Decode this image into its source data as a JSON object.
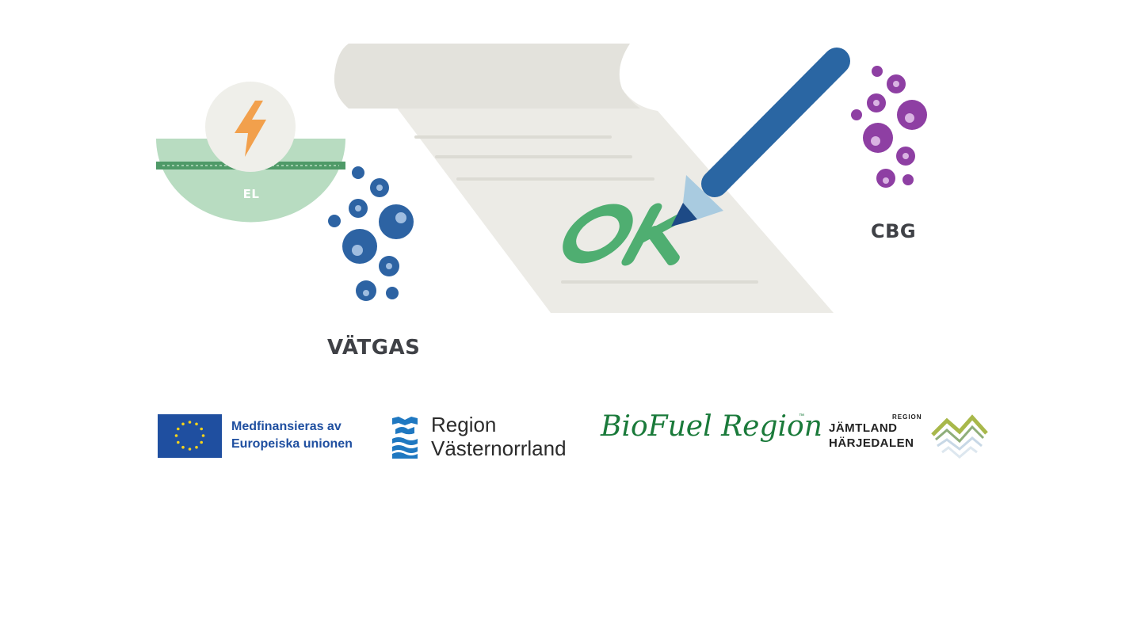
{
  "labels": {
    "el": "EL",
    "vatgas": "VÄTGAS",
    "cbg": "CBG",
    "ok_stamp": "OK"
  },
  "logos": {
    "eu": {
      "line1": "Medfinansieras av",
      "line2": "Europeiska unionen"
    },
    "region_vasternorrland": {
      "line1": "Region",
      "line2": "Västernorrland"
    },
    "biofuel_region": {
      "text": "BioFuel Region",
      "trademark": "™"
    },
    "region_jamtland_harjedalen": {
      "region": "REGION",
      "line1": "JÄMTLAND",
      "line2": "HÄRJEDALEN"
    }
  },
  "colors": {
    "document": "#ecebe6",
    "pen_body": "#2a66a3",
    "pen_tip": "#a9cbe0",
    "ok_green": "#4fae71",
    "el_semicircle": "#b8dcc1",
    "el_stripe": "#4f9a68",
    "bolt": "#f2a04c",
    "blue_bubbles": "#2d63a3",
    "purple_bubbles": "#8e3fa3",
    "eu_blue": "#1f4fa0",
    "biofuel_green": "#1a7a3a"
  },
  "icons": [
    "lightning-bolt-icon",
    "pen-icon",
    "eu-flag-icon",
    "region-vasternorrland-icon",
    "jamtland-mountains-icon"
  ]
}
